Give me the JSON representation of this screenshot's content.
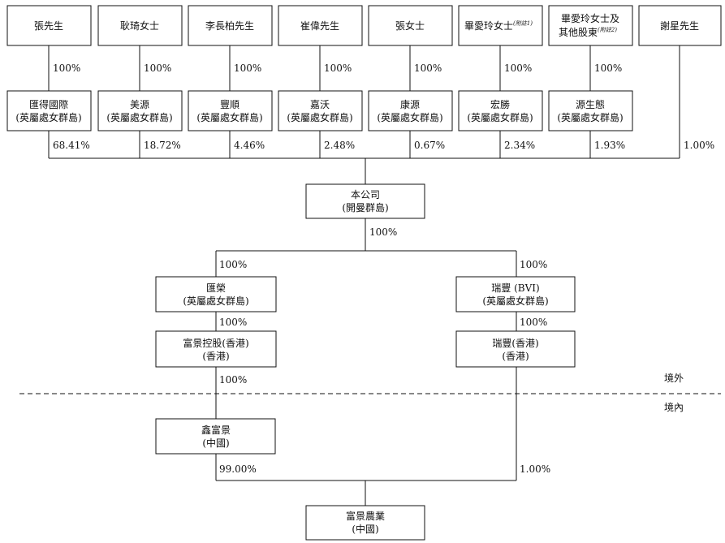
{
  "shareholders": [
    {
      "name": "張先生"
    },
    {
      "name": "耿琦女士"
    },
    {
      "name": "李長柏先生"
    },
    {
      "name": "崔偉先生"
    },
    {
      "name": "張女士"
    },
    {
      "name": "畢愛玲女士",
      "note": "(附註1)"
    },
    {
      "name": "畢愛玲女士及",
      "name2": "其他股東",
      "note": "(附註2)"
    },
    {
      "name": "謝星先生"
    }
  ],
  "owner_pct": [
    "100%",
    "100%",
    "100%",
    "100%",
    "100%",
    "100%",
    "100%"
  ],
  "holdcos": [
    {
      "name": "匯得國際",
      "place": "(英屬處女群島)",
      "pct": "68.41%"
    },
    {
      "name": "美源",
      "place": "(英屬處女群島)",
      "pct": "18.72%"
    },
    {
      "name": "豐順",
      "place": "(英屬處女群島)",
      "pct": "4.46%"
    },
    {
      "name": "嘉沃",
      "place": "(英屬處女群島)",
      "pct": "2.48%"
    },
    {
      "name": "康源",
      "place": "(英屬處女群島)",
      "pct": "0.67%"
    },
    {
      "name": "宏勝",
      "place": "(英屬處女群島)",
      "pct": "2.34%"
    },
    {
      "name": "源生態",
      "place": "(英屬處女群島)",
      "pct": "1.93%"
    }
  ],
  "xie_pct": "1.00%",
  "company": {
    "name": "本公司",
    "place": "(開曼群島)",
    "pct": "100%"
  },
  "left_branch": {
    "pct1": "100%",
    "bvi": {
      "name": "匯榮",
      "place": "(英屬處女群島)"
    },
    "pct2": "100%",
    "hk": {
      "name": "富景控股(香港)",
      "place": "(香港)"
    },
    "pct3": "100%",
    "prc": {
      "name": "鑫富景",
      "place": "(中國)"
    },
    "pct4": "99.00%"
  },
  "right_branch": {
    "pct1": "100%",
    "bvi": {
      "name": "瑞豐 (BVI)",
      "place": "(英屬處女群島)"
    },
    "pct2": "100%",
    "hk": {
      "name": "瑞豐(香港)",
      "place": "(香港)"
    },
    "pct4": "1.00%"
  },
  "offshore_label": "境外",
  "onshore_label": "境內",
  "opco": {
    "name": "富景農業",
    "place": "(中國)"
  }
}
